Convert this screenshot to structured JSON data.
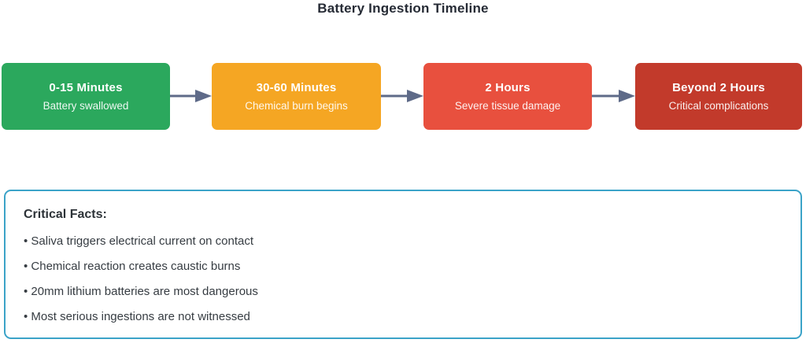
{
  "title": "Battery Ingestion Timeline",
  "timeline": {
    "arrow_color": "#5E6A88",
    "stages": [
      {
        "time": "0-15 Minutes",
        "event": "Battery swallowed",
        "color": "#2BA85D"
      },
      {
        "time": "30-60 Minutes",
        "event": "Chemical burn begins",
        "color": "#F5A623"
      },
      {
        "time": "2 Hours",
        "event": "Severe tissue damage",
        "color": "#E8503E"
      },
      {
        "time": "Beyond 2 Hours",
        "event": "Critical complications",
        "color": "#C23A2B"
      }
    ]
  },
  "facts": {
    "border_color": "#3BA3C8",
    "heading": "Critical Facts:",
    "items": [
      "• Saliva triggers electrical current on contact",
      "• Chemical reaction creates caustic burns",
      "• 20mm lithium batteries are most dangerous",
      "• Most serious ingestions are not witnessed"
    ]
  }
}
